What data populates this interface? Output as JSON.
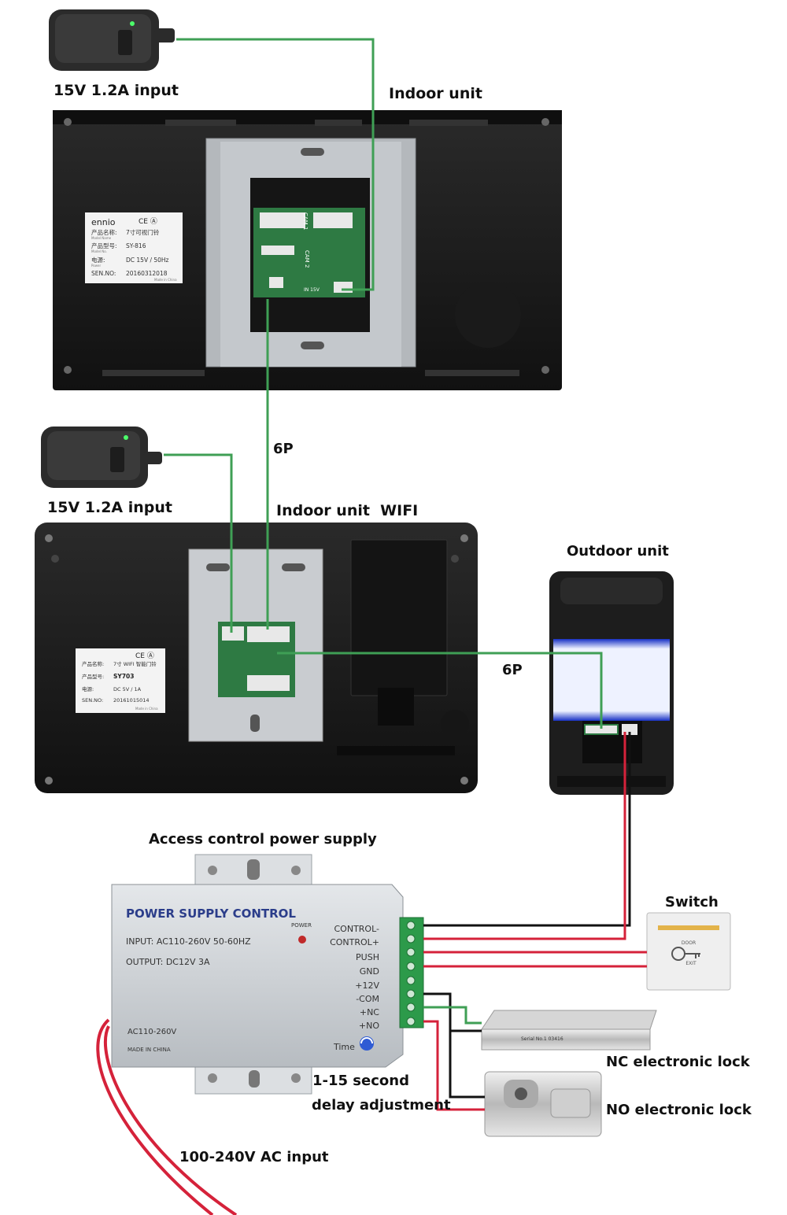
{
  "labels": {
    "adapter_top": "15V 1.2A input",
    "indoor_unit": "Indoor unit",
    "six_p_vertical": "6P",
    "adapter_mid": "15V 1.2A input",
    "indoor_unit_wifi": "Indoor unit  WIFI",
    "outdoor_unit": "Outdoor unit",
    "six_p_horizontal": "6P",
    "access_power": "Access control power supply",
    "switch": "Switch",
    "nc_lock": "NC electronic lock",
    "no_lock": "NO electronic lock",
    "delay_line1": "1-15 second",
    "delay_line2": "delay adjustment",
    "ac_input": "100-240V AC input"
  },
  "unit1_sticker": {
    "brand": "ennio",
    "cert": "CE Ⓐ",
    "line1_label": "产品名称:",
    "line1_value": "7寸可视门铃",
    "line1_sub": "Model Name",
    "line2_label": "产品型号:",
    "line2_value": "SY-816",
    "line2_sub": "Model No.",
    "line3_label": "电源:",
    "line3_value": "DC  15V / 50Hz",
    "line3_sub": "Power",
    "line4_label": "SEN.NO:",
    "line4_value": "20160312018",
    "footer": "Made in China"
  },
  "unit1_board": {
    "cam1": "CAM 1",
    "cam2": "CAM 2",
    "in15v": "IN 15V"
  },
  "unit2_sticker": {
    "cert": "CE Ⓐ",
    "line1_label": "产品名称:",
    "line1_value": "7寸  WIFI 智能门铃",
    "line2_label": "产品型号:",
    "line2_value": "SY703",
    "line3_label": "电源:",
    "line3_value": "DC  5V / 1A",
    "line4_label": "SEN.NO:",
    "line4_value": "20161015014",
    "footer": "Made in China"
  },
  "psu": {
    "title": "POWER SUPPLY CONTROL",
    "power": "POWER",
    "input": "INPUT: AC110-260V 50-60HZ",
    "output": "OUTPUT:  DC12V   3A",
    "ac_range": "AC110-260V",
    "made_in": "MADE IN CHINA",
    "time": "Time",
    "terminals": [
      "CONTROL-",
      "CONTROL+",
      "PUSH",
      "GND",
      "+12V",
      "-COM",
      "+NC",
      "+NO"
    ]
  },
  "switch_plate": {
    "door": "DOOR",
    "exit": "EXIT"
  },
  "maglock_serial": "Serial No.1 03416",
  "colors": {
    "wire_green": "#3f9f55",
    "wire_red": "#d5223a",
    "wire_black": "#111111",
    "device_body": "#1b1b1b",
    "bracket": "#b9bcc0",
    "pcb": "#2f7d45",
    "outdoor_band": "#1c36c8"
  }
}
